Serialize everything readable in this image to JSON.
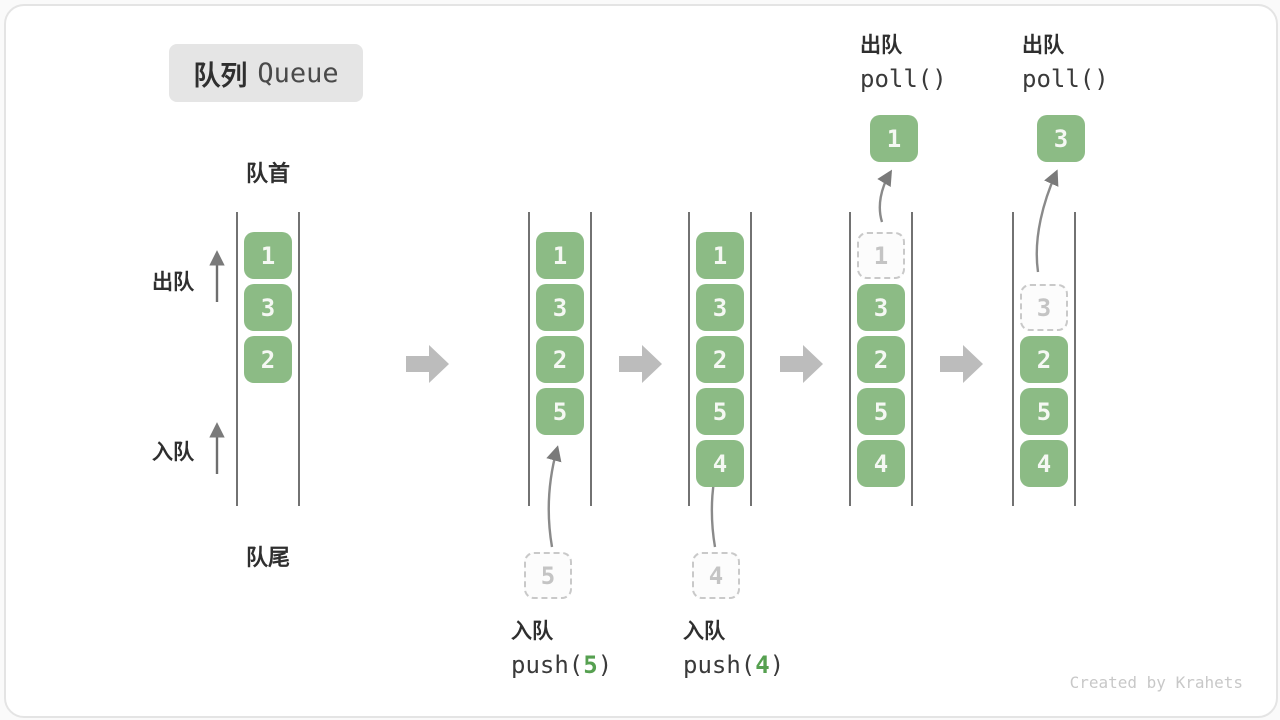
{
  "badge": {
    "title_zh": "队列",
    "title_en": "Queue"
  },
  "labels": {
    "front": "队首",
    "rear": "队尾",
    "dequeue_side": "出队",
    "enqueue_side": "入队"
  },
  "states": [
    {
      "boxes": [
        "1",
        "3",
        "2"
      ]
    },
    {
      "boxes": [
        "1",
        "3",
        "2",
        "5"
      ],
      "incoming_value": "5",
      "op": {
        "label": "入队",
        "pre": "push(",
        "arg": "5",
        "post": ")"
      }
    },
    {
      "boxes": [
        "1",
        "3",
        "2",
        "5",
        "4"
      ],
      "incoming_value": "4",
      "op": {
        "label": "入队",
        "pre": "push(",
        "arg": "4",
        "post": ")"
      }
    },
    {
      "boxes": [
        "3",
        "2",
        "5",
        "4"
      ],
      "removed_value": "1",
      "polled_value": "1",
      "op": {
        "label": "出队",
        "code": "poll()"
      }
    },
    {
      "boxes": [
        "2",
        "5",
        "4"
      ],
      "removed_value": "3",
      "polled_value": "3",
      "op": {
        "label": "出队",
        "code": "poll()"
      }
    }
  ],
  "watermark": "Created by Krahets",
  "colors": {
    "box_green": "#8cbb85",
    "accent_green": "#56a050",
    "dashed_gray": "#c9c9c9",
    "rail_gray": "#4f4f4f",
    "block_arrow_gray": "#bcbcbc",
    "thin_arrow_gray": "#7a7a7a",
    "text_dark": "#2f2f2f",
    "watermark_gray": "#c8c8c8",
    "badge_bg": "#e5e5e5"
  }
}
